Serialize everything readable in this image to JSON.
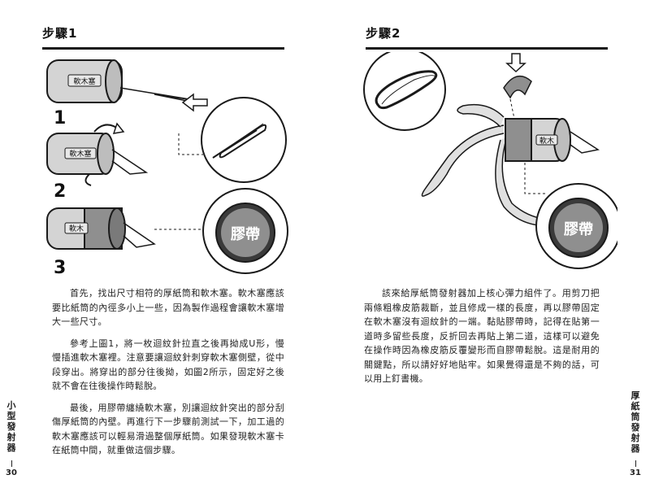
{
  "left_page": {
    "heading": "步驟1",
    "step_numbers": [
      "1",
      "2",
      "3"
    ],
    "cork_label": "軟木塞",
    "cork_label_short": "軟木",
    "tape_label": "膠帶",
    "paragraphs": [
      "首先，找出尺寸相符的厚紙筒和軟木塞。軟木塞應該要比紙筒的內徑多小上一些，因為製作過程會讓軟木塞增大一些尺寸。",
      "參考上圖1，將一枚迴紋針拉直之後再拗成U形，慢慢插進軟木塞裡。注意要讓迴紋針刺穿軟木塞側壁，從中段穿出。將穿出的部分往後拗，如圖2所示，固定好之後就不會在往後操作時鬆脫。",
      "最後，用膠帶纏繞軟木塞，別讓迴紋針突出的部分刮傷厚紙筒的內壁。再進行下一步驟前測試一下，加工過的軟木塞應該可以輕易滑過整個厚紙筒。如果發現軟木塞卡在紙筒中間，就重做這個步驟。"
    ],
    "side_title": "小型發射器",
    "page_number": "30"
  },
  "right_page": {
    "heading": "步驟2",
    "cork_label_short": "軟木",
    "tape_label": "膠帶",
    "paragraphs": [
      "該來給厚紙筒發射器加上核心彈力組件了。用剪刀把兩條粗橡皮筋裁斷，並且修成一樣的長度，再以膠帶固定在軟木塞沒有迴紋針的一端。黏貼膠帶時，記得在貼第一道時多留些長度，反折回去再貼上第二道，這樣可以避免在操作時因為橡皮筋反覆變形而自膠帶鬆脫。這是耐用的關鍵點，所以請好好地貼牢。如果覺得還是不夠的話，可以用上釘書機。"
    ],
    "side_title": "厚紙筒發射器",
    "page_number": "31"
  },
  "colors": {
    "ink": "#1a1a1a",
    "cork_grey": "#c9c9c9",
    "tape_grey": "#8f8f8f",
    "dark_tape": "#3a3a3a"
  }
}
